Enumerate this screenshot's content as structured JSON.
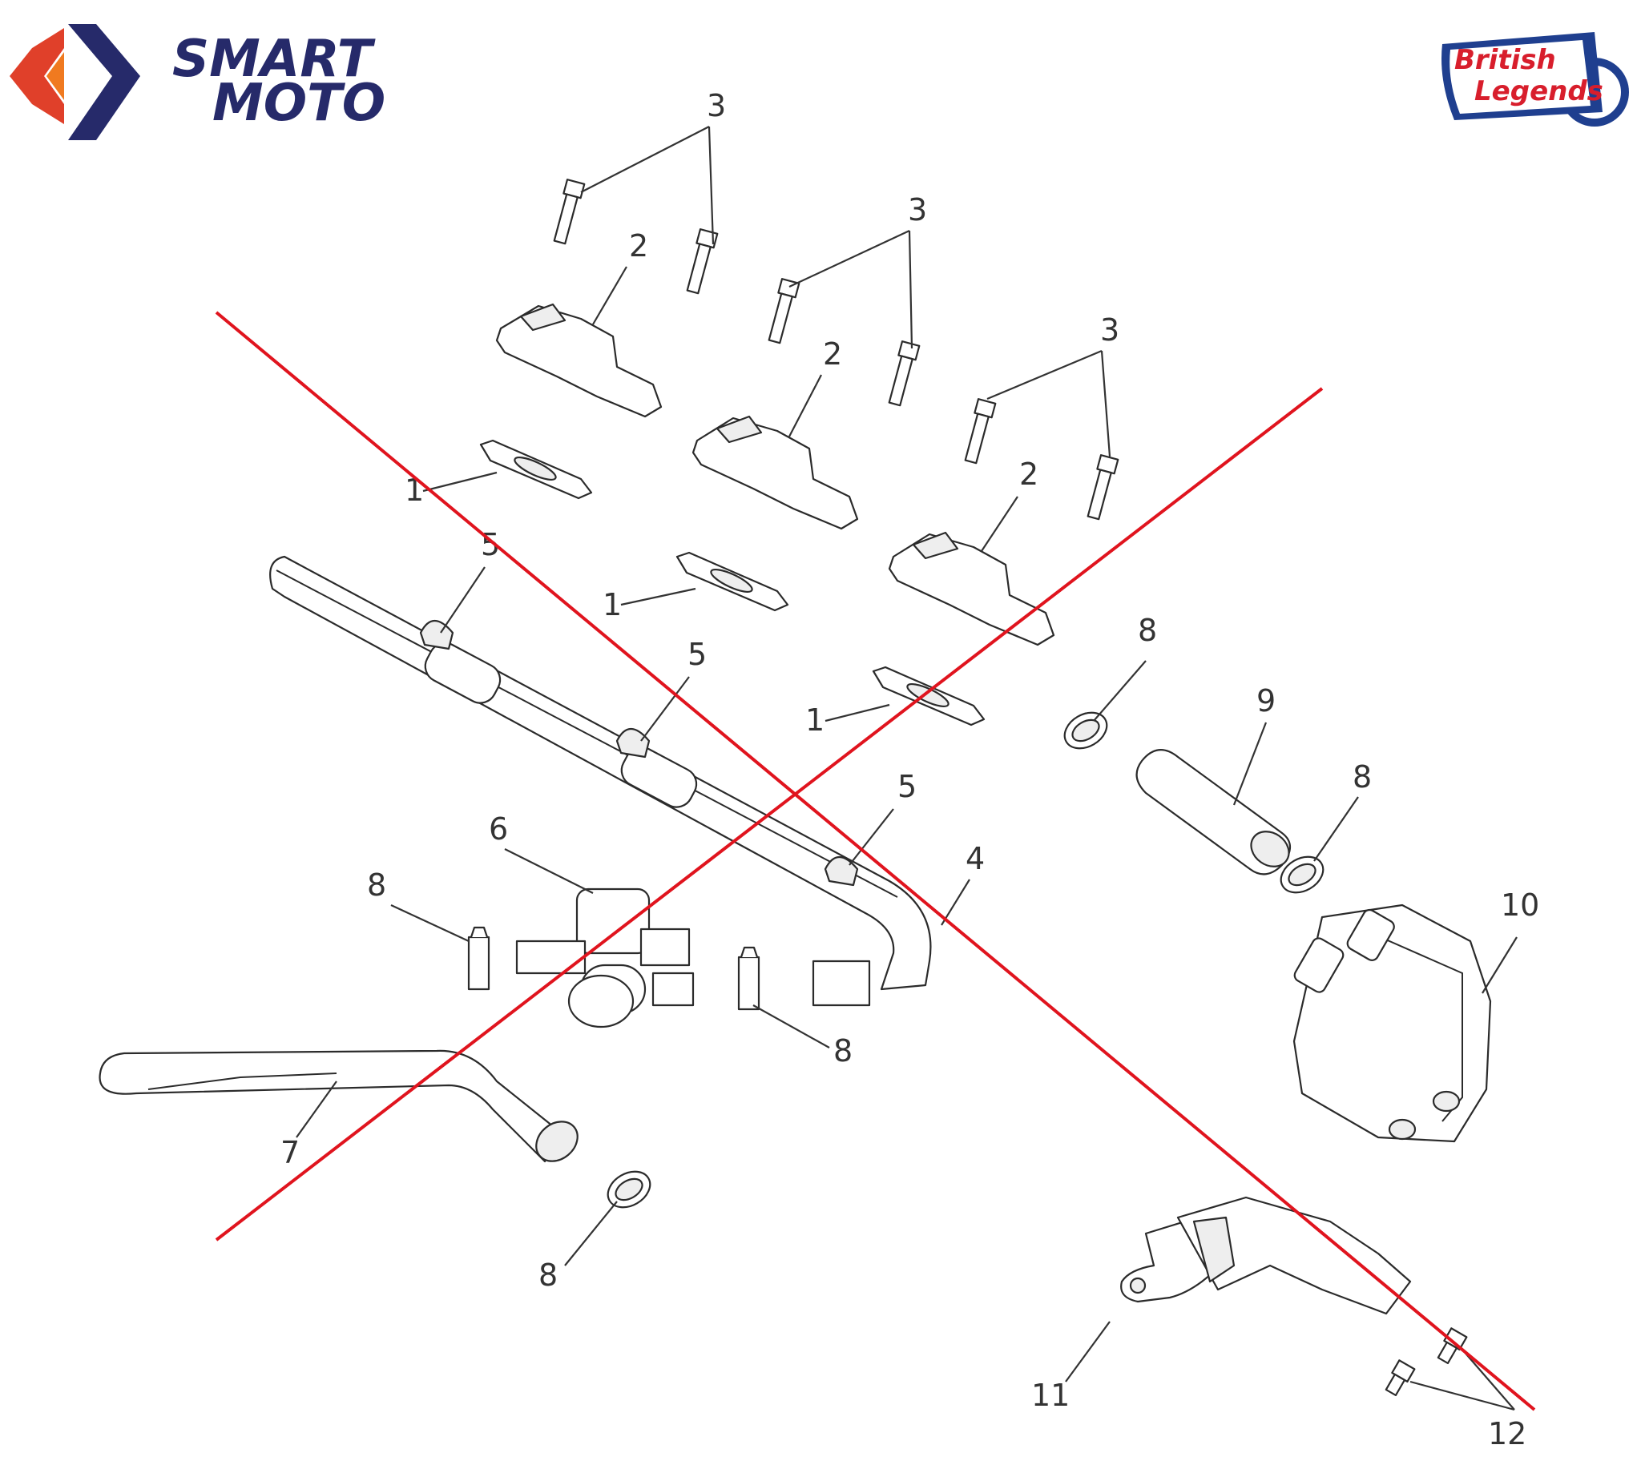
{
  "logos": {
    "left": {
      "line1": "SMART",
      "line2": "MOTO",
      "color_dark": "#262a6a",
      "color_orange": "#f07a20",
      "color_red": "#e0402a"
    },
    "right": {
      "line1": "British",
      "line2": "Legends",
      "color_red": "#d81e2c",
      "color_blue": "#1f3f8f"
    }
  },
  "callouts": {
    "c1a": "1",
    "c1b": "1",
    "c1c": "1",
    "c2a": "2",
    "c2b": "2",
    "c2c": "2",
    "c3a": "3",
    "c3b": "3",
    "c3c": "3",
    "c4": "4",
    "c5a": "5",
    "c5b": "5",
    "c5c": "5",
    "c6": "6",
    "c7": "7",
    "c8a": "8",
    "c8b": "8",
    "c8c": "8",
    "c8d": "8",
    "c8e": "8",
    "c9": "9",
    "c10": "10",
    "c11": "11",
    "c12": "12"
  },
  "cross_out_color": "#e0141e"
}
